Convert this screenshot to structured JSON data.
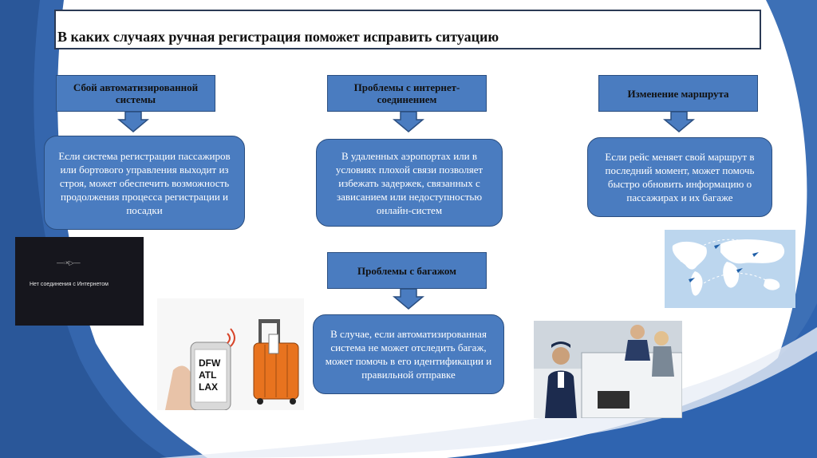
{
  "title": "В каких случаях ручная регистрация поможет исправить ситуацию",
  "columns": [
    {
      "heading": "Сбой автоматизированной системы",
      "text": "Если система регистрации пассажиров или бортового управления выходит из строя, может обеспечить возможность продолжения процесса регистрации и посадки"
    },
    {
      "heading": "Проблемы с интернет-соединением",
      "text": "В удаленных аэропортах или в условиях плохой связи позволяет избежать задержек, связанных с зависанием или недоступностью онлайн-систем"
    },
    {
      "heading": "Изменение маршрута",
      "text": "Если рейс меняет свой маршрут в последний момент, может помочь быстро обновить информацию о пассажирах и их багаже"
    },
    {
      "heading": "Проблемы с багажом",
      "text": "В случае, если автоматизированная система не может отследить багаж, может помочь в его идентификации и правильной отправке"
    }
  ],
  "no_internet_image": {
    "symbol": "—◦×▷—",
    "text": "Нет соединения с Интернетом"
  },
  "baggage_tag_lines": [
    "DFW",
    "ATL",
    "LAX"
  ],
  "colors": {
    "box_fill": "#4a7cc0",
    "box_border": "#2a4e80",
    "background_band": "#2f64b0"
  }
}
